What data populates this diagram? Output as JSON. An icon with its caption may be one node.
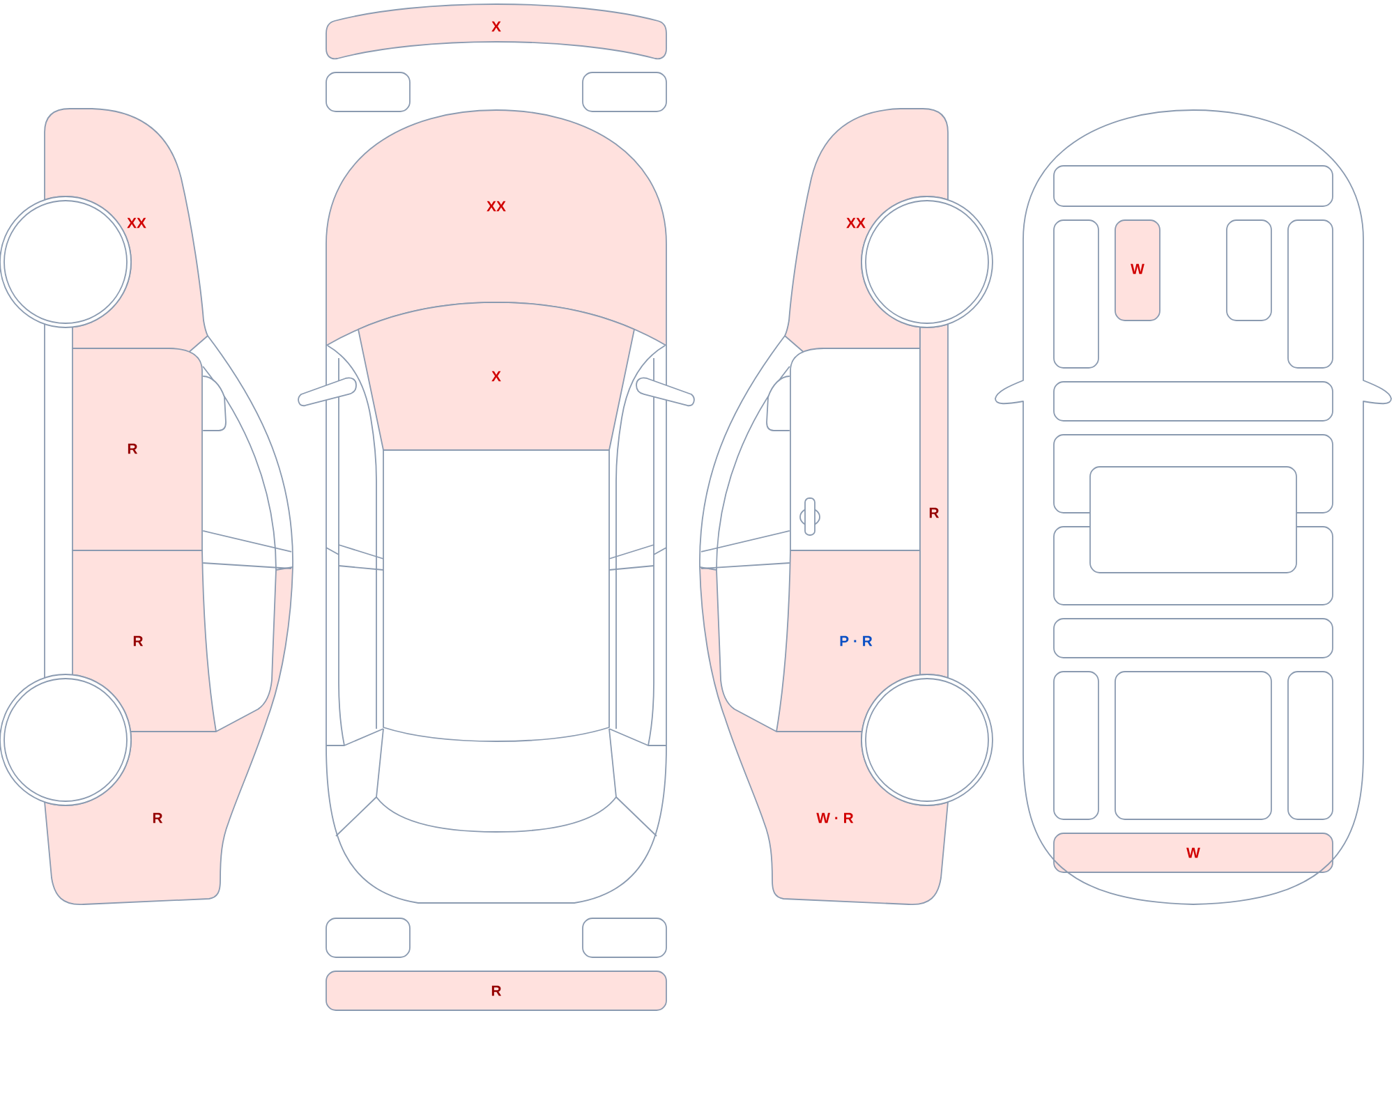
{
  "diagram": {
    "nodes": [
      {
        "text": [
          "XX"
        ]
      },
      {
        "text": [
          "R"
        ]
      },
      {
        "text": [
          "R"
        ]
      },
      {
        "text": [
          "R"
        ]
      },
      {
        "text": [
          "X"
        ]
      },
      {
        "text": [],
        "shape": "box"
      },
      {
        "text": [],
        "shape": "box"
      },
      {
        "text": [
          "XX"
        ]
      },
      {
        "text": [
          "X"
        ]
      },
      {
        "text": [],
        "shape": "box"
      },
      {
        "text": [],
        "shape": "box"
      },
      {
        "text": [],
        "shape": "box"
      },
      {
        "text": [
          "R"
        ]
      },
      {
        "text": [
          "XX"
        ]
      },
      {
        "text": [],
        "shape": "box"
      },
      {
        "text": [
          "R"
        ]
      },
      {
        "text": [
          "P · R"
        ]
      },
      {
        "text": [
          "W · R"
        ]
      },
      {
        "text": [],
        "shape": "box"
      },
      {
        "text": [],
        "shape": "box"
      },
      {
        "text": [
          "W"
        ]
      },
      {
        "text": [],
        "shape": "box"
      },
      {
        "text": [],
        "shape": "box"
      },
      {
        "text": [],
        "shape": "box"
      },
      {
        "text": [],
        "shape": "box"
      },
      {
        "text": [],
        "shape": "box"
      },
      {
        "text": [],
        "shape": "box"
      },
      {
        "text": [],
        "shape": "box"
      },
      {
        "text": [],
        "shape": "box"
      },
      {
        "text": [],
        "shape": "box"
      },
      {
        "text": [],
        "shape": "box"
      },
      {
        "text": [
          "W"
        ]
      }
    ]
  }
}
